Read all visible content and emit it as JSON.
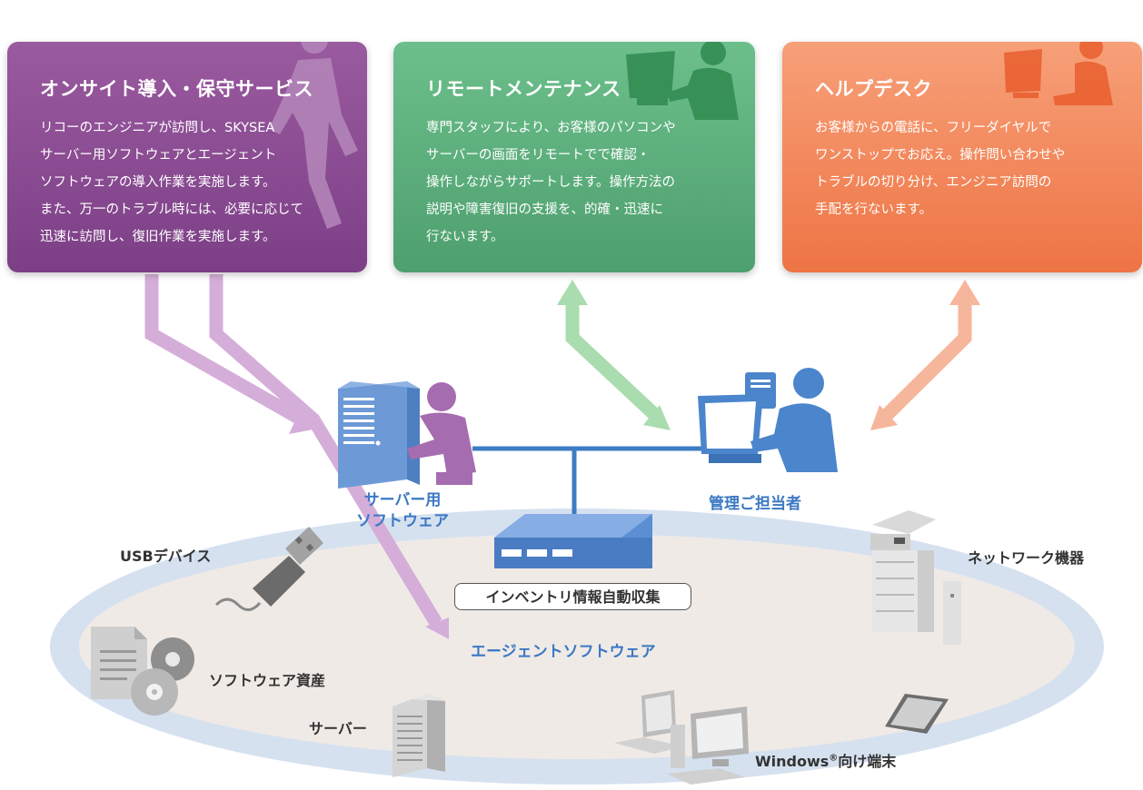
{
  "boxes": {
    "onsite": {
      "title": "オンサイト導入・保守サービス",
      "lines": [
        "リコーのエンジニアが訪問し、SKYSEA",
        "サーバー用ソフトウェアとエージェント",
        "ソフトウェアの導入作業を実施します。",
        "また、万一のトラブル時には、必要に応じて",
        "迅速に訪問し、復旧作業を実施します。"
      ]
    },
    "remote": {
      "title": "リモートメンテナンス",
      "lines": [
        "専門スタッフにより、お客様のパソコンや",
        "サーバーの画面をリモートでで確認・",
        "操作しながらサポートします。操作方法の",
        "説明や障害復旧の支援を、的確・迅速に",
        "行ないます。"
      ]
    },
    "helpdesk": {
      "title": "ヘルプデスク",
      "lines": [
        "お客様からの電話に、フリーダイヤルで",
        "ワンストップでお応え。操作問い合わせや",
        "トラブルの切り分け、エンジニア訪問の",
        "手配を行ないます。"
      ]
    }
  },
  "labels": {
    "server_software_1": "サーバー用",
    "server_software_2": "ソフトウェア",
    "admin": "管理ご担当者",
    "inventory": "インベントリ情報自動収集",
    "agent_software": "エージェントソフトウェア",
    "usb": "USBデバイス",
    "network_devices": "ネットワーク機器",
    "software_assets": "ソフトウェア資産",
    "server": "サーバー",
    "windows_prefix": "Windows",
    "windows_reg": "®",
    "windows_suffix": "向け端末"
  },
  "colors": {
    "onsite": "#8a4c93",
    "remote": "#5aac7a",
    "helpdesk": "#f28456",
    "blue_accent": "#3b78c3",
    "arrow_purple": "#d4aed8",
    "arrow_green": "#a9dcae",
    "arrow_orange": "#f6b69c",
    "ellipse_fill": "#efeae6",
    "ellipse_ring": "#d6e1f0"
  },
  "icons": [
    "running-person-icon",
    "person-at-computer-icon",
    "headset-operator-icon",
    "server-tower-icon",
    "admin-person-icon",
    "network-appliance-icon",
    "usb-plug-icon",
    "document-disc-icon",
    "rack-server-icon",
    "desktop-pc-icon",
    "laptop-icon",
    "tablet-icon",
    "multifunction-printer-icon"
  ]
}
